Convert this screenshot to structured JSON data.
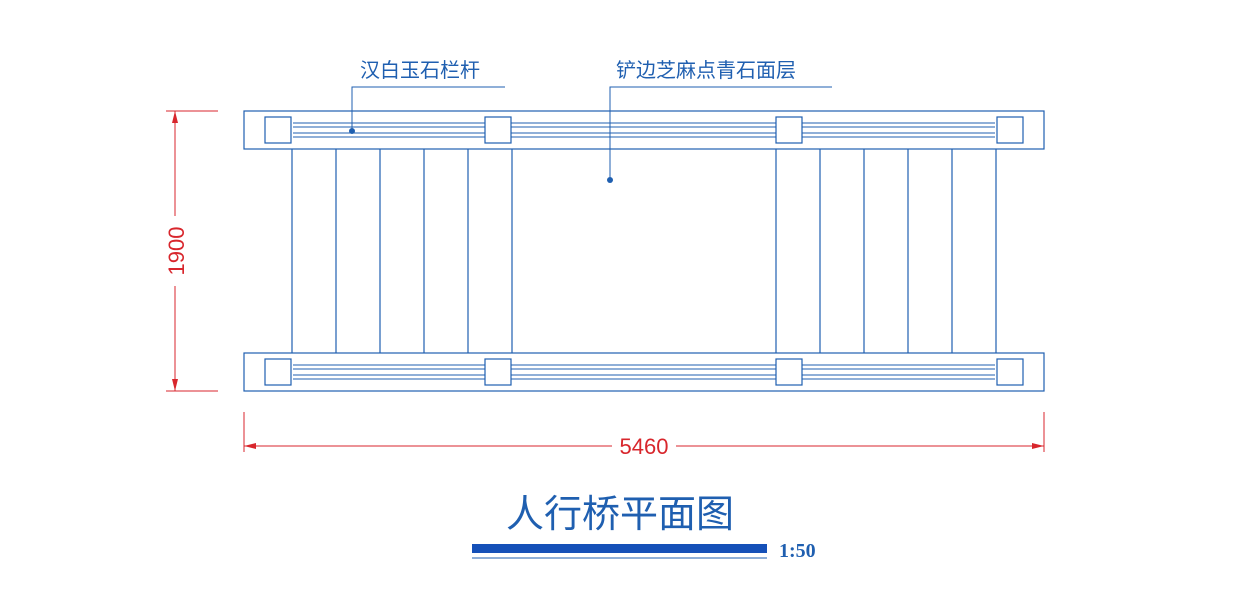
{
  "drawing": {
    "annotations": {
      "railing_label": "汉白玉石栏杆",
      "deck_label": "铲边芝麻点青石面层"
    },
    "dimensions": {
      "height": "1900",
      "width": "5460"
    },
    "title": "人行桥平面图",
    "scale": "1:50",
    "colors": {
      "linework": "#1f5fb0",
      "dimension": "#d8262c",
      "scale_bar": "#1550b8"
    }
  }
}
